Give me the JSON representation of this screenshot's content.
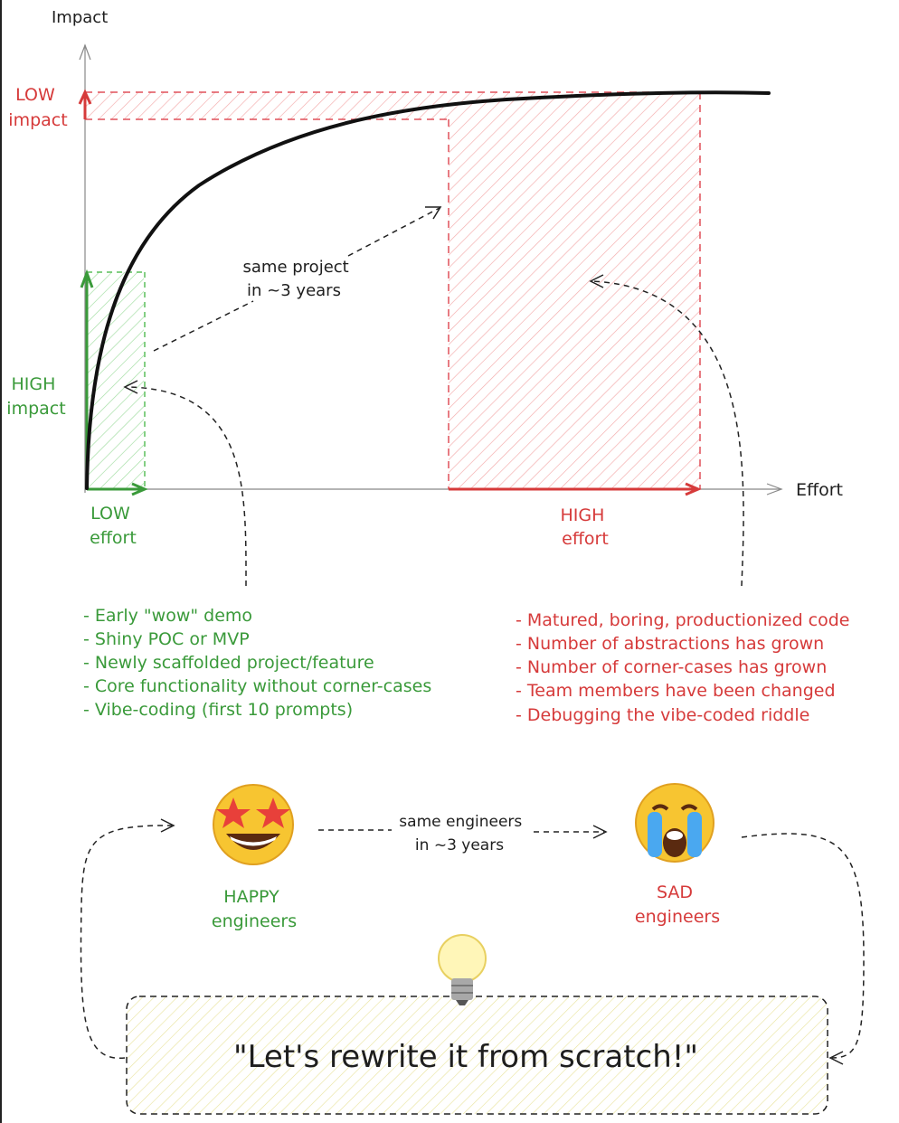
{
  "axes": {
    "y_label": "Impact",
    "x_label": "Effort"
  },
  "labels": {
    "low_impact": [
      "LOW",
      "impact"
    ],
    "high_impact": [
      "HIGH",
      "impact"
    ],
    "low_effort": [
      "LOW",
      "effort"
    ],
    "high_effort": [
      "HIGH",
      "effort"
    ],
    "same_project": [
      "same project",
      "in ~3 years"
    ],
    "same_engineers": [
      "same engineers",
      "in ~3 years"
    ],
    "happy": [
      "HAPPY",
      "engineers"
    ],
    "sad": [
      "SAD",
      "engineers"
    ]
  },
  "green_list": [
    "- Early \"wow\" demo",
    "- Shiny POC or MVP",
    "- Newly scaffolded project/feature",
    "- Core functionality without corner-cases",
    "- Vibe-coding (first 10 prompts)"
  ],
  "red_list": [
    "- Matured, boring, productionized code",
    "- Number of abstractions has grown",
    "- Number of corner-cases has grown",
    "- Team members have been changed",
    "- Debugging the vibe-coded riddle"
  ],
  "quote": "\"Let's rewrite it from scratch!\"",
  "icons": {
    "happy": "star-struck-emoji",
    "sad": "crying-emoji",
    "idea": "light-bulb-emoji"
  },
  "colors": {
    "green": "#3a9a3a",
    "red": "#d63a3a",
    "ink": "#1e1e1e",
    "yellow": "#d9cf5a"
  }
}
